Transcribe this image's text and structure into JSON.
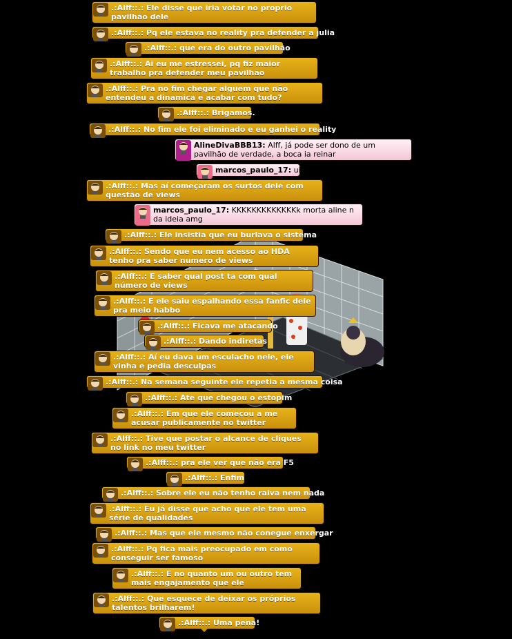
{
  "colors": {
    "background": "#000000",
    "bubble_gold": "#d9a012",
    "bubble_pink": "#f7d2e0",
    "aline_avatar": "#b01e8a",
    "marcos_avatar": "#ee6a8a"
  },
  "room": {
    "pet_icon": "black-lion-cat-pet-icon",
    "avatar_icon": "orange-hair-avatar-icon",
    "floor_icon": "dark-tile-floor-icon",
    "wall_icon": "glass-block-wall-icon"
  },
  "messages": [
    {
      "user": ".:Alff::.:",
      "text": "Ele disse que iria votar no proprio pavilhão dele"
    },
    {
      "user": ".:Alff::.:",
      "text": "Pq ele estava no reality pra defender a julia"
    },
    {
      "user": ".:Alff::.:",
      "text": "que era do outro pavilhão"
    },
    {
      "user": ".:Alff::.:",
      "text": "Ai eu me estressei, pq fiz maior trabalho pra defender meu pavilhão"
    },
    {
      "user": ".:Alff::.:",
      "text": "Pra no fim chegar alguem que não entendeu a dinamica e acabar com tudo?"
    },
    {
      "user": ".:Alff::.:",
      "text": "Brigamos."
    },
    {
      "user": ".:Alff::.:",
      "text": "No fim ele foi eliminado e eu ganhei o reality"
    },
    {
      "user": "AlineDivaBBB13:",
      "text": "Alff, já pode ser dono de um pavilhão de verdade, a boca ia reinar"
    },
    {
      "user": "marcos_paulo_17:",
      "text": "ui"
    },
    {
      "user": ".:Alff::.:",
      "text": "Mas aí começaram os surtos dele com questão de views"
    },
    {
      "user": "marcos_paulo_17:",
      "text": "KKKKKKKKKKKKKk morta aline n da ideia amg"
    },
    {
      "user": ".:Alff::.:",
      "text": "Ele insistia que eu burlava o sistema"
    },
    {
      "user": ".:Alff::.:",
      "text": "Sendo que eu nem acesso ao HDA tenho pra saber numero de views"
    },
    {
      "user": ".:Alff::.:",
      "text": "E saber qual post ta com qual número de views"
    },
    {
      "user": ".:Alff::.:",
      "text": "E ele saiu espalhando essa fanfic dele pra meio habbo"
    },
    {
      "user": ".:Alff::.:",
      "text": "Ficava me atacando"
    },
    {
      "user": ".:Alff::.:",
      "text": "Dando indiretas"
    },
    {
      "user": ".:Alff::.:",
      "text": "Aí eu dava um esculacho nele, ele vinha e pedia desculpas"
    },
    {
      "user": ".:Alff::.:",
      "text": "Na semana seguinte ele repetia a mesma coisa"
    },
    {
      "user": ".:Alff::.:",
      "text": "Ate que chegou o estopim"
    },
    {
      "user": ".:Alff::.:",
      "text": "Em que ele começou a me acusar publicamente no twitter"
    },
    {
      "user": ".:Alff::.:",
      "text": "Tive que postar o alcance de cliques no link no meu twitter"
    },
    {
      "user": ".:Alff::.:",
      "text": "pra ele ver que não era F5"
    },
    {
      "user": ".:Alff::.:",
      "text": "Enfim"
    },
    {
      "user": ".:Alff::.:",
      "text": "Sobre ele eu não tenho raiva nem nada"
    },
    {
      "user": ".:Alff::.:",
      "text": "Eu já disse que acho que ele tem uma série de qualidades"
    },
    {
      "user": ".:Alff::.:",
      "text": "Mas que ele mesmo não conegue enxergar"
    },
    {
      "user": ".:Alff::.:",
      "text": "Pq fica mais preocupado em como conseguir ser famoso"
    },
    {
      "user": ".:Alff::.:",
      "text": "E no quanto um ou outro tem mais engajamento que ele"
    },
    {
      "user": ".:Alff::.:",
      "text": "Que esquece de deixar os próprios talentos brilharem!"
    },
    {
      "user": ".:Alff::.:",
      "text": "Uma pena!"
    }
  ]
}
